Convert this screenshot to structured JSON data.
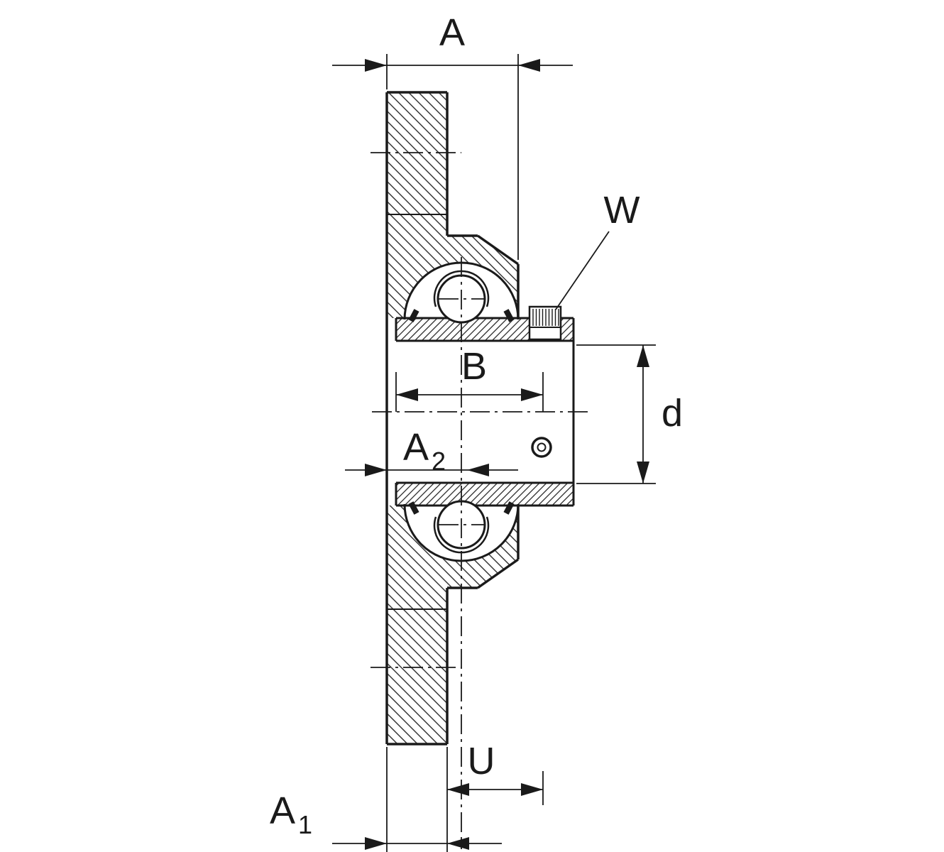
{
  "drawing": {
    "labels": {
      "overall_width": "A",
      "set_screw": "W",
      "inner_ring_width": "B",
      "bore_diameter": "d",
      "center_offset_main": "A",
      "center_offset_sub": "2",
      "protrusion": "U",
      "flange_thickness_main": "A",
      "flange_thickness_sub": "1"
    },
    "colors": {
      "line": "#1a1a1a",
      "background": "#ffffff"
    }
  }
}
